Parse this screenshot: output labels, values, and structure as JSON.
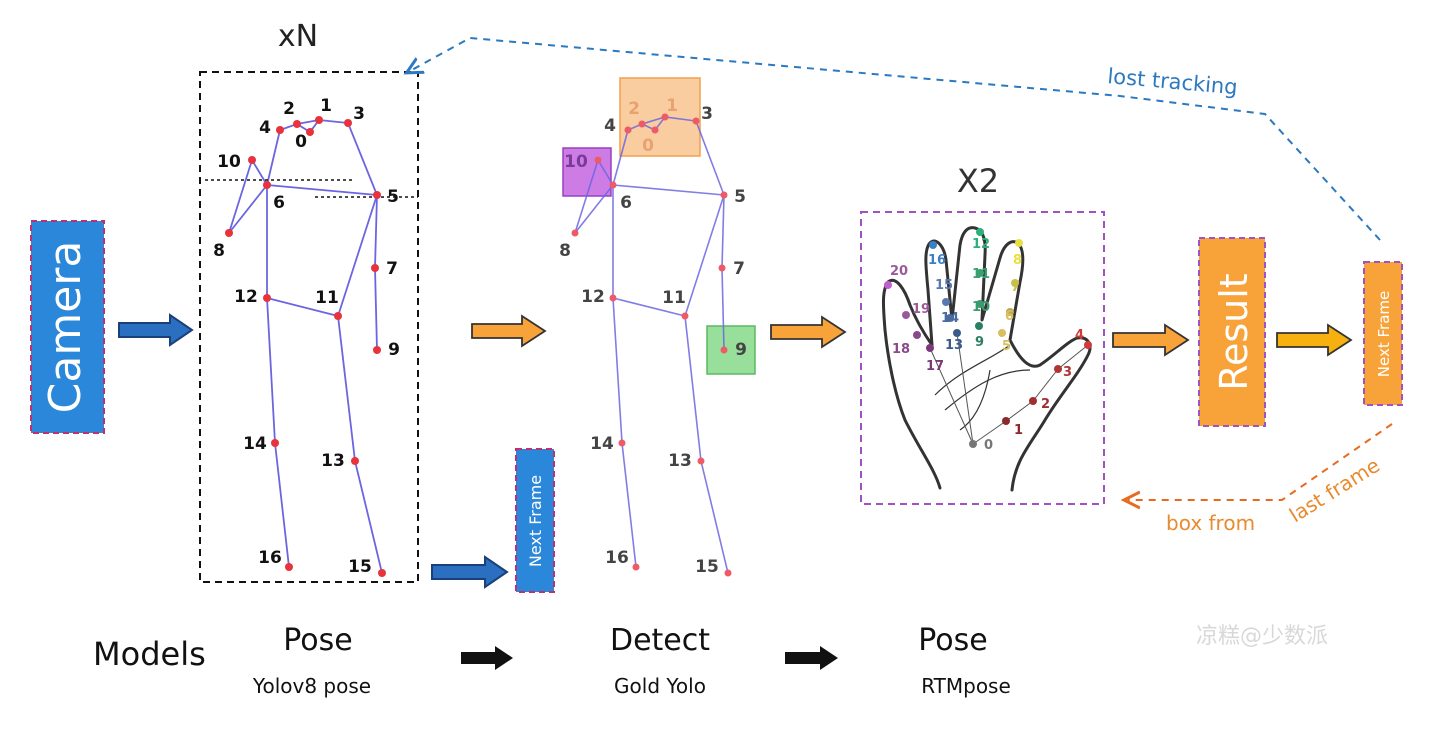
{
  "labels": {
    "camera": "Camera",
    "xn": "xN",
    "x2": "X2",
    "result": "Result",
    "next_frame_left": "Next Frame",
    "next_frame_right": "Next Frame",
    "lost_tracking": "lost tracking",
    "box_from": "box from",
    "last_frame": "last frame",
    "watermark": "凉糕@少数派"
  },
  "models": {
    "heading": "Models",
    "items": [
      {
        "name": "Pose",
        "sub": "Yolov8 pose"
      },
      {
        "name": "Detect",
        "sub": "Gold Yolo"
      },
      {
        "name": "Pose",
        "sub": "RTMpose"
      }
    ]
  },
  "skeleton_labels": [
    "0",
    "1",
    "2",
    "3",
    "4",
    "5",
    "6",
    "7",
    "8",
    "9",
    "10",
    "11",
    "12",
    "13",
    "14",
    "15",
    "16"
  ],
  "hand_labels": [
    "0",
    "1",
    "2",
    "3",
    "4",
    "5",
    "6",
    "7",
    "8",
    "9",
    "10",
    "11",
    "12",
    "13",
    "14",
    "15",
    "16",
    "17",
    "18",
    "19",
    "20"
  ],
  "colors": {
    "camera_blue": "#2b87d9",
    "orange": "#f8a23a",
    "skeleton_line": "#6b66e0",
    "joint_red": "#e8323c",
    "dash_blue": "#2c79c0",
    "dash_orange": "#e86a1e",
    "purple_box": "#a052c0",
    "green_box": "#86d98a",
    "orange_box": "#f8c48e",
    "violet_box": "#c565e0"
  }
}
